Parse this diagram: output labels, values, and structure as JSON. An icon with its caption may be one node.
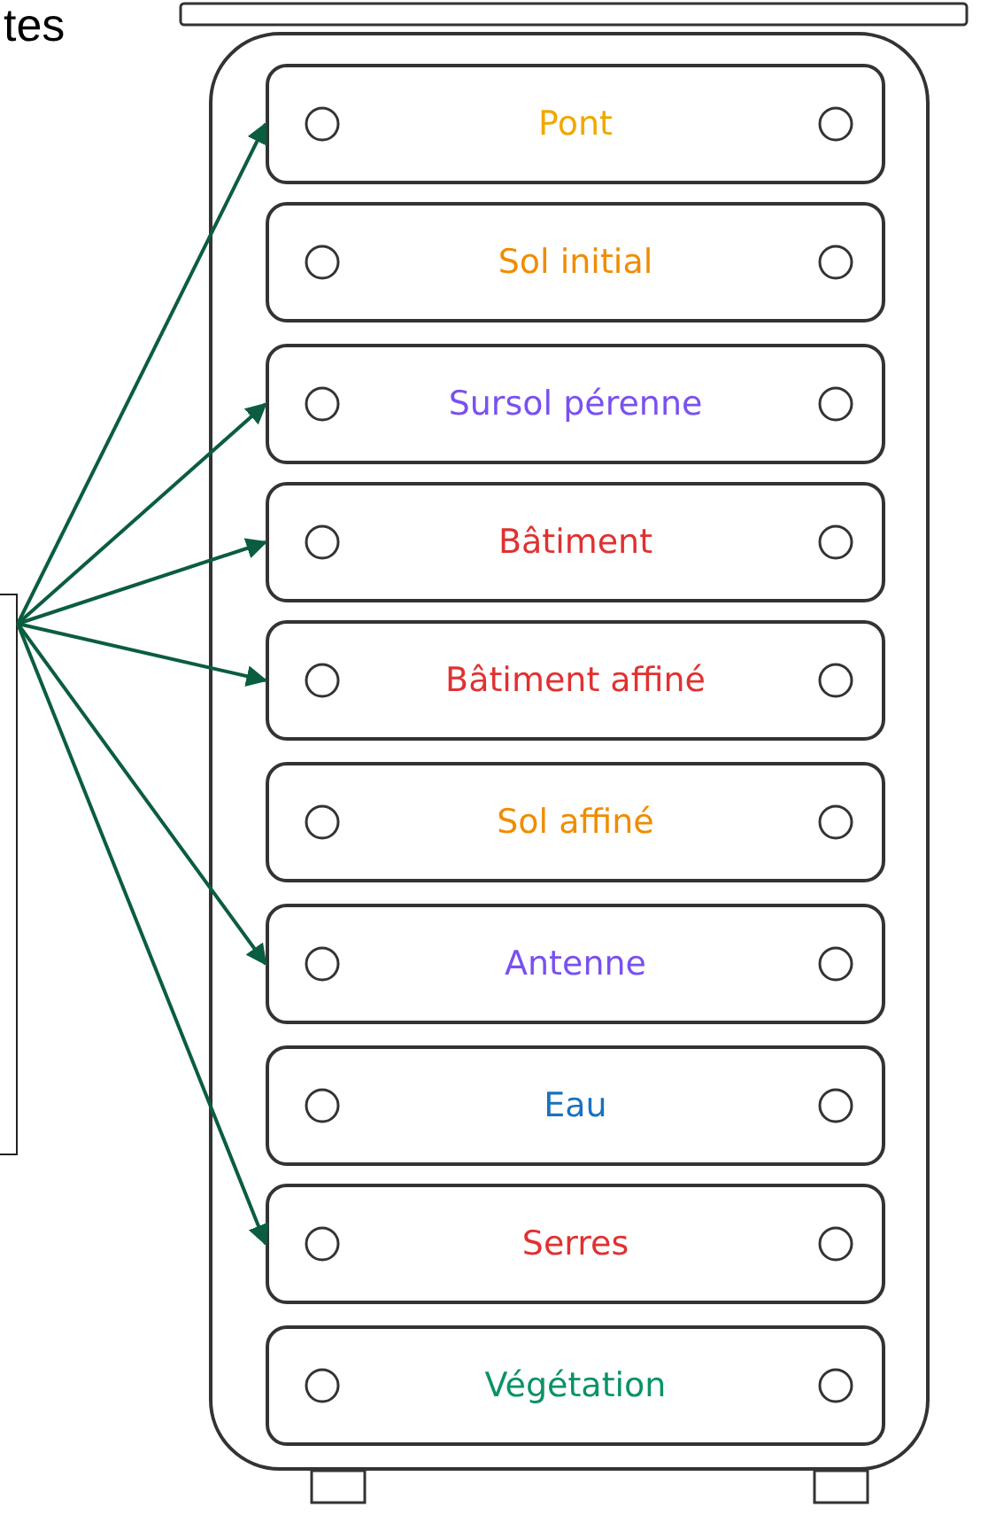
{
  "diagram": {
    "nodes": [
      {
        "text": [],
        "shape": "box"
      },
      {
        "text": [],
        "shape": "box"
      },
      {
        "text": [
          "Pont"
        ],
        "in": 1
      },
      {
        "text": [
          "Sol initial"
        ],
        "in": 1
      },
      {
        "text": [
          "Sursol pérenne"
        ],
        "in": 1
      },
      {
        "text": [
          "Bâtiment"
        ],
        "in": 1
      },
      {
        "text": [
          "Bâtiment affiné"
        ],
        "in": 1
      },
      {
        "text": [
          "Sol affiné"
        ],
        "in": 1
      },
      {
        "text": [
          "Antenne"
        ],
        "in": 1
      },
      {
        "text": [
          "Eau"
        ],
        "in": 1
      },
      {
        "text": [
          "Serres"
        ],
        "in": 1
      },
      {
        "text": [
          "Végétation"
        ],
        "in": 1
      }
    ],
    "edges": [
      {
        "from": 0,
        "to": 2,
        "arrow": "to"
      },
      {
        "from": 0,
        "to": 4,
        "arrow": "to"
      },
      {
        "from": 0,
        "to": 5,
        "arrow": "to"
      },
      {
        "from": 0,
        "to": 6,
        "arrow": "to"
      },
      {
        "from": 0,
        "to": 8,
        "arrow": "to"
      },
      {
        "from": 0,
        "to": 10,
        "arrow": "to"
      }
    ],
    "labels": [
      "tes"
    ]
  }
}
